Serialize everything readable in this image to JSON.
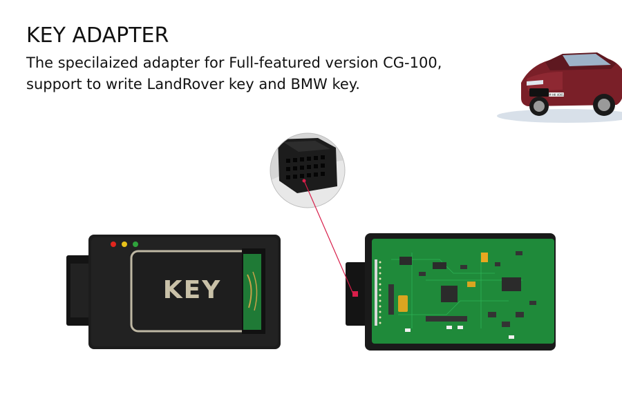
{
  "header": {
    "title": "KEY ADAPTER",
    "description_line1": "The specilaized adapter for Full-featured version CG-100,",
    "description_line2": "support to write LandRover key and BMW key."
  },
  "device": {
    "key_label": "KEY",
    "led_colors": [
      "#e0261e",
      "#e8c21a",
      "#2fa33c"
    ]
  },
  "car": {
    "plate_text": "M HK 4001"
  },
  "colors": {
    "pcb_green": "#1f8a3a",
    "case_black": "#1a1a1a",
    "pointer_red": "#d81e4a"
  }
}
